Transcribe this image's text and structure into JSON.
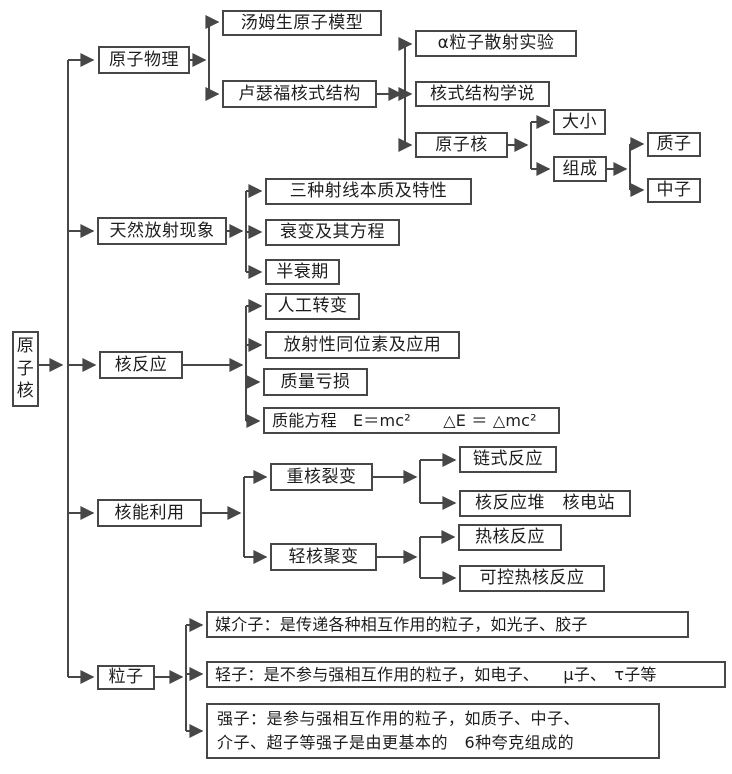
{
  "colors": {
    "line": "#474747",
    "text": "#1d1d1d",
    "background": "#ffffff"
  },
  "root_label": "原子核",
  "branches": [
    {
      "label": "原子物理",
      "children": [
        {
          "label": "汤姆生原子模型"
        },
        {
          "label": "卢瑟福核式结构",
          "children": [
            {
              "label": "α粒子散射实验"
            },
            {
              "label": "核式结构学说"
            },
            {
              "label": "原子核",
              "children": [
                {
                  "label": "大小"
                },
                {
                  "label": "组成",
                  "children": [
                    {
                      "label": "质子"
                    },
                    {
                      "label": "中子"
                    }
                  ]
                }
              ]
            }
          ]
        }
      ]
    },
    {
      "label": "天然放射现象",
      "children": [
        {
          "label": "三种射线本质及特性"
        },
        {
          "label": "衰变及其方程"
        },
        {
          "label": "半衰期"
        }
      ]
    },
    {
      "label": "核反应",
      "children": [
        {
          "label": "人工转变"
        },
        {
          "label": "放射性同位素及应用"
        },
        {
          "label": "质量亏损"
        },
        {
          "label": "质能方程　E＝mc²　　△E ＝ △mc²"
        }
      ]
    },
    {
      "label": "核能利用",
      "children": [
        {
          "label": "重核裂变",
          "children": [
            {
              "label": "链式反应"
            },
            {
              "label": "核反应堆　核电站"
            }
          ]
        },
        {
          "label": "轻核聚变",
          "children": [
            {
              "label": "热核反应"
            },
            {
              "label": "可控热核反应"
            }
          ]
        }
      ]
    },
    {
      "label": "粒子",
      "children": [
        {
          "label": "媒介子：是传递各种相互作用的粒子，如光子、胶子"
        },
        {
          "label": "轻子：是不参与强相互作用的粒子，如电子、　　μ子、　τ子等"
        },
        {
          "label": "强子：是参与强相互作用的粒子，如质子、中子、",
          "label2": "介子、超子等强子是由更基本的　6种夸克组成的"
        }
      ]
    }
  ]
}
